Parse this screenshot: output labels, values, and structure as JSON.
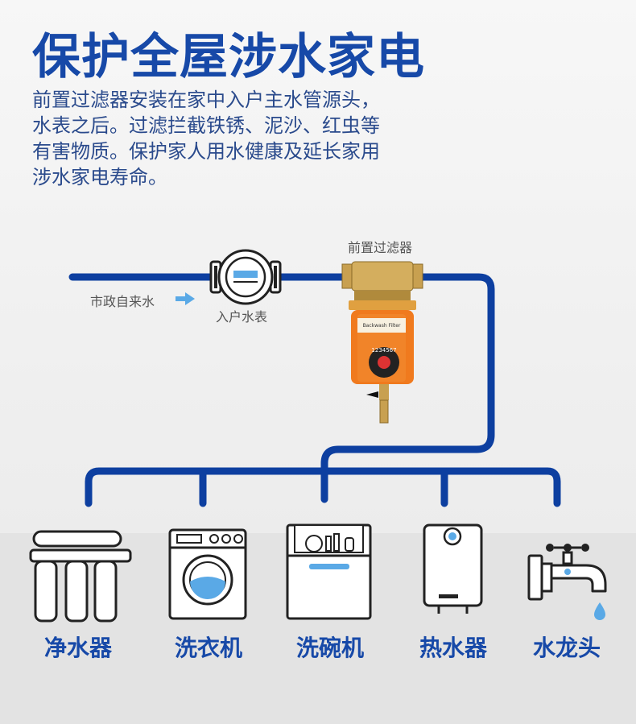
{
  "title": "保护全屋涉水家电",
  "description": [
    "前置过滤器安装在家中入户主水管源头，",
    "水表之后。过滤拦截铁锈、泥沙、红虫等",
    "有害物质。保护家人用水健康及延长家用",
    "涉水家电寿命。"
  ],
  "labels": {
    "municipal_water": "市政自来水",
    "water_meter": "入户水表",
    "prefilter": "前置过滤器"
  },
  "filter_text": {
    "brand": "Backwash Filter",
    "dial": "1234567"
  },
  "appliances": [
    {
      "name": "净水器",
      "icon": "water-purifier-icon"
    },
    {
      "name": "洗衣机",
      "icon": "washing-machine-icon"
    },
    {
      "name": "洗碗机",
      "icon": "dishwasher-icon"
    },
    {
      "name": "热水器",
      "icon": "water-heater-icon"
    },
    {
      "name": "水龙头",
      "icon": "faucet-icon"
    }
  ],
  "colors": {
    "title": "#1749a8",
    "pipe": "#0d3fa0",
    "arrow": "#5aa9e6",
    "filter_body": "#f07a1e",
    "filter_brass": "#c8a050",
    "water": "#5aa9e6"
  }
}
